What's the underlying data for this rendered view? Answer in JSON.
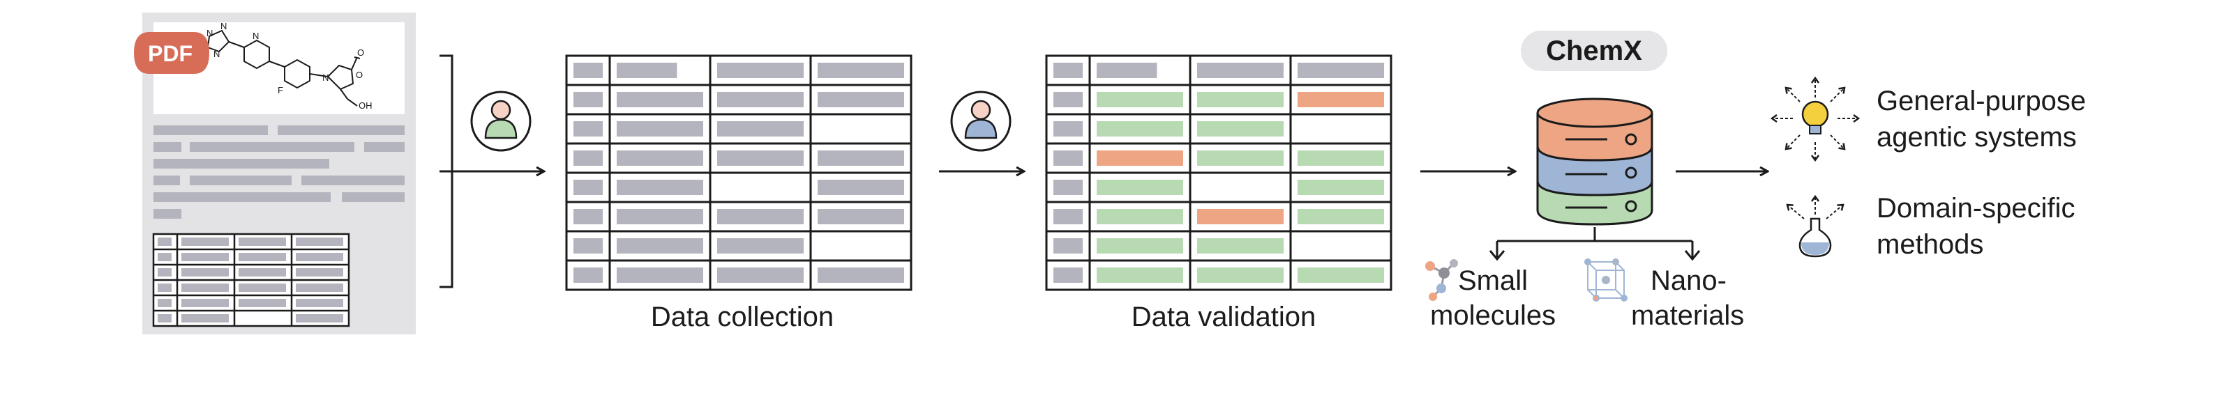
{
  "pdf_badge": {
    "label": "PDF",
    "color": "#d86d57"
  },
  "molecule_labels": [
    "N",
    "N",
    "N",
    "N",
    "F",
    "N",
    "O",
    "O",
    "OH"
  ],
  "stage_labels": {
    "collection": "Data collection",
    "validation": "Data validation"
  },
  "chemx": {
    "label": "ChemX"
  },
  "database_colors": {
    "top": "#eda584",
    "middle": "#9fb5d6",
    "bottom": "#b7dab2"
  },
  "outputs": [
    {
      "icon": "lightbulb-icon",
      "line1": "General-purpose",
      "line2": "agentic systems"
    },
    {
      "icon": "flask-icon",
      "line1": "Domain-specific",
      "line2": "methods"
    }
  ],
  "materials": [
    {
      "icon": "small-molecule-icon",
      "line1": "Small",
      "line2": "molecules"
    },
    {
      "icon": "nanomaterial-icon",
      "line1": "Nano-",
      "line2": "materials"
    }
  ],
  "cell_colors": {
    "gray": "#b3b4bd",
    "valid": "#b7dab2",
    "invalid": "#eda584"
  },
  "collection_grid": [
    [
      "g",
      "g",
      "g",
      "g"
    ],
    [
      "g",
      "g",
      "g",
      "g"
    ],
    [
      "g",
      "g",
      "g",
      ""
    ],
    [
      "g",
      "g",
      "g",
      "g"
    ],
    [
      "g",
      "g",
      "",
      "g"
    ],
    [
      "g",
      "g",
      "g",
      "g"
    ],
    [
      "g",
      "g",
      "g",
      ""
    ],
    [
      "g",
      "g",
      "g",
      "g"
    ]
  ],
  "validation_grid": [
    [
      "g",
      "g",
      "g",
      "g"
    ],
    [
      "g",
      "v",
      "v",
      "x"
    ],
    [
      "g",
      "v",
      "v",
      ""
    ],
    [
      "g",
      "x",
      "v",
      "v"
    ],
    [
      "g",
      "v",
      "",
      "v"
    ],
    [
      "g",
      "v",
      "x",
      "v"
    ],
    [
      "g",
      "v",
      "v",
      ""
    ],
    [
      "g",
      "v",
      "v",
      "v"
    ]
  ]
}
